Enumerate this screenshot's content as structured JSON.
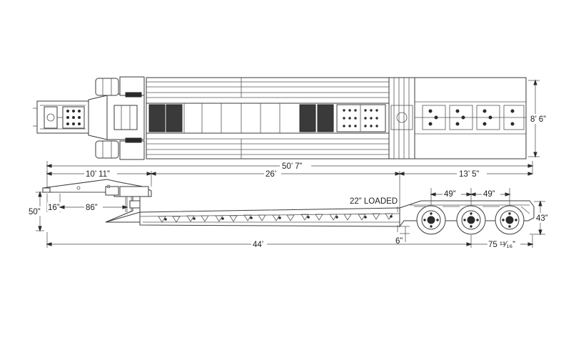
{
  "dimensions": {
    "overall_length": "50’ 7”",
    "width": "8’ 6”",
    "gooseneck_length": "10’ 11”",
    "deck_length": "26’",
    "rear_length": "13’ 5”",
    "axle_spacing_1": "49”",
    "axle_spacing_2": "49”",
    "loaded_height": "22” LOADED",
    "gooseneck_height": "50”",
    "kingpin_setback": "16”",
    "swing_clearance": "86”",
    "rear_deck_height": "43”",
    "ground_clearance": "6”",
    "base_length": "44’",
    "rear_axle_dim": "75 ¹³⁄₁₆”"
  },
  "colors": {
    "line": "#3a3a3a",
    "background": "#ffffff"
  }
}
